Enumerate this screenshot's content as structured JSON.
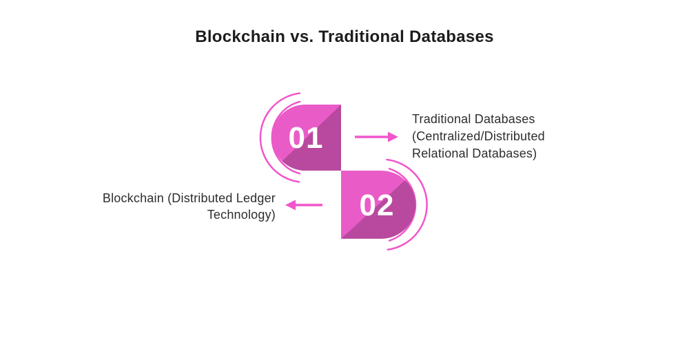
{
  "title": "Blockchain vs. Traditional Databases",
  "colors": {
    "background": "#FFFFFF",
    "title_text": "#1C1C1C",
    "label_text": "#2D2D2D",
    "shape_light": "#E95CC8",
    "shape_dark": "#B8499E",
    "accent_pink": "#F155CB",
    "number_text": "#FFFFFF"
  },
  "steps": [
    {
      "number": "01",
      "label": "Traditional Databases (Centralized/Distributed Relational Databases)",
      "label_lines": [
        "Traditional Databases",
        "(Centralized/Distributed",
        "Relational Databases)"
      ],
      "arrow_direction": "right"
    },
    {
      "number": "02",
      "label": "Blockchain (Distributed Ledger Technology)",
      "label_lines": [
        "Blockchain (Distributed Ledger",
        "Technology)"
      ],
      "arrow_direction": "left"
    }
  ]
}
